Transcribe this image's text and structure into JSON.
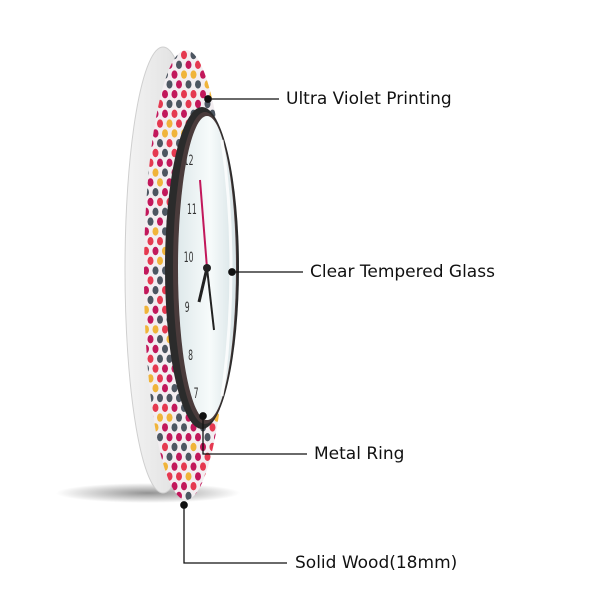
{
  "callouts": {
    "uv_printing": "Ultra Violet Printing",
    "tempered_glass": "Clear Tempered Glass",
    "metal_ring": "Metal Ring",
    "solid_wood": "Solid Wood(18mm)"
  },
  "colors": {
    "background": "#ffffff",
    "wood_edge": "#e6e6e6",
    "pattern_magenta": "#c2185b",
    "pattern_red": "#e53950",
    "pattern_slate": "#4d5661",
    "pattern_gold": "#f0b43a",
    "metal_ring": "#2b2b2b",
    "clock_face": "#f2f7f8",
    "leader_line": "#111111"
  },
  "icons": {
    "clock_hands": "clock-hands-icon"
  }
}
